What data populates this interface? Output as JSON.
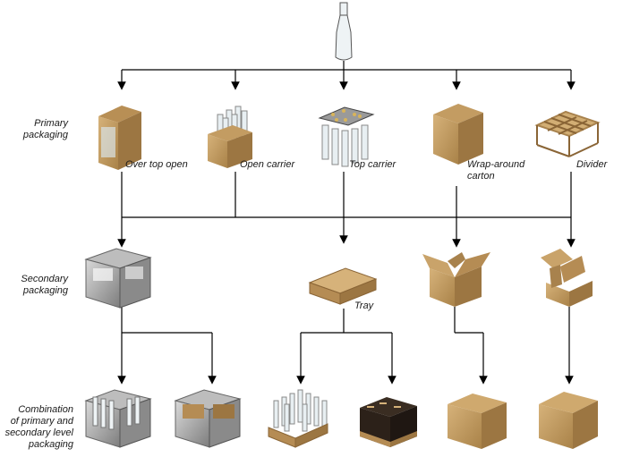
{
  "row_labels": {
    "primary": "Primary\npackaging",
    "secondary": "Secondary\npackaging",
    "combination": "Combination\nof primary and\nsecondary level\npackaging"
  },
  "primary_items": {
    "over_top_open": "Over top open",
    "open_carrier": "Open carrier",
    "top_carrier": "Top carrier",
    "wrap_around_carton": "Wrap-around\ncarton",
    "divider": "Divider"
  },
  "secondary_items": {
    "tray": "Tray"
  },
  "colors": {
    "cardboard": "#c9a36a",
    "cardboard_dark": "#a8824d",
    "crate_gray": "#9a9a9a",
    "glass": "#dfe8ec"
  }
}
